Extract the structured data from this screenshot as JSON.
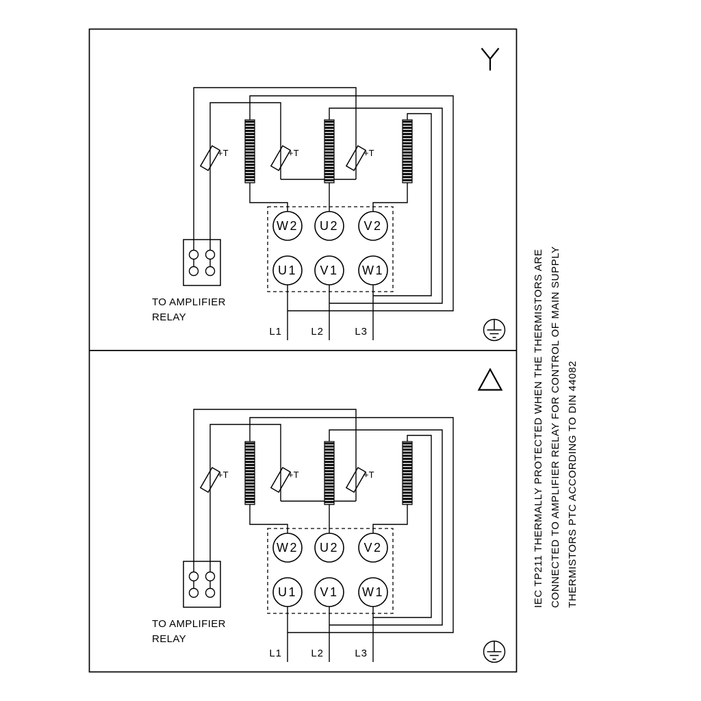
{
  "colors": {
    "ink": "#000000",
    "paper": "#ffffff"
  },
  "panels": [
    {
      "connection": "star",
      "thermistor_label": "+T",
      "relay_caption_line1": "TO AMPLIFIER",
      "relay_caption_line2": "RELAY",
      "terminals_top": [
        "W2",
        "U2",
        "V2"
      ],
      "terminals_bottom": [
        "U1",
        "V1",
        "W1"
      ],
      "supply_lines": [
        "L1",
        "L2",
        "L3"
      ]
    },
    {
      "connection": "delta",
      "thermistor_label": "+T",
      "relay_caption_line1": "TO AMPLIFIER",
      "relay_caption_line2": "RELAY",
      "terminals_top": [
        "W2",
        "U2",
        "V2"
      ],
      "terminals_bottom": [
        "U1",
        "V1",
        "W1"
      ],
      "supply_lines": [
        "L1",
        "L2",
        "L3"
      ]
    }
  ],
  "side_note": {
    "lines": [
      "IEC TP211 THERMALLY PROTECTED WHEN THE THERMISTORS ARE",
      "CONNECTED TO AMPLIFIER RELAY FOR CONTROL OF MAIN SUPPLY",
      "THERMISTORS PTC ACCORDING TO DIN 44082"
    ]
  }
}
